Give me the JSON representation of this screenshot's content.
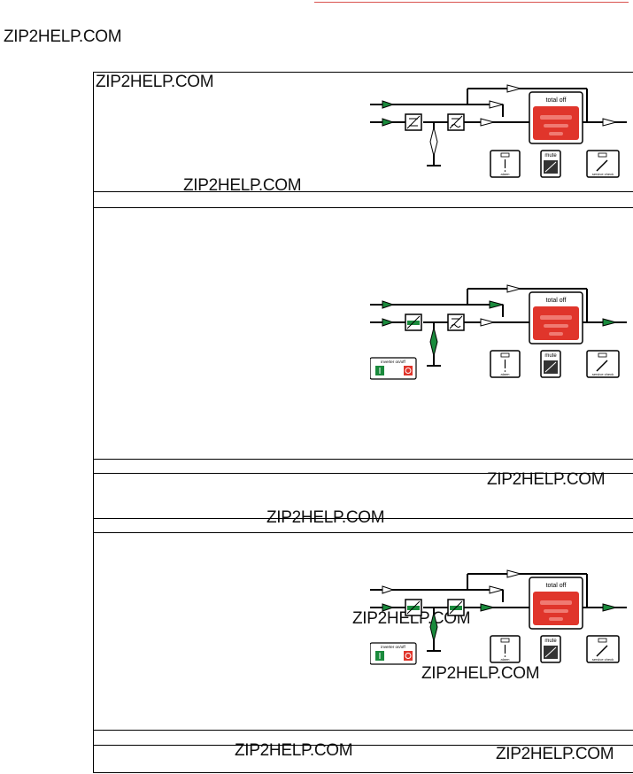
{
  "watermark": "ZIP2HELP.COM",
  "panel": {
    "total_off_label": "total off",
    "alarm_label": "alarm",
    "mute_label": "mute",
    "service_check_label": "service check",
    "inverter_label": "inverter on/off"
  },
  "colors": {
    "green": "#1a8a3c",
    "red": "#e0352b",
    "red_light": "#f07a72",
    "header_red": "#d9534f"
  },
  "icons": [
    "bypass-switch-icon",
    "inverter-switch-icon",
    "alarm-icon",
    "mute-icon",
    "wrench-icon",
    "power-on-icon",
    "power-off-icon"
  ]
}
